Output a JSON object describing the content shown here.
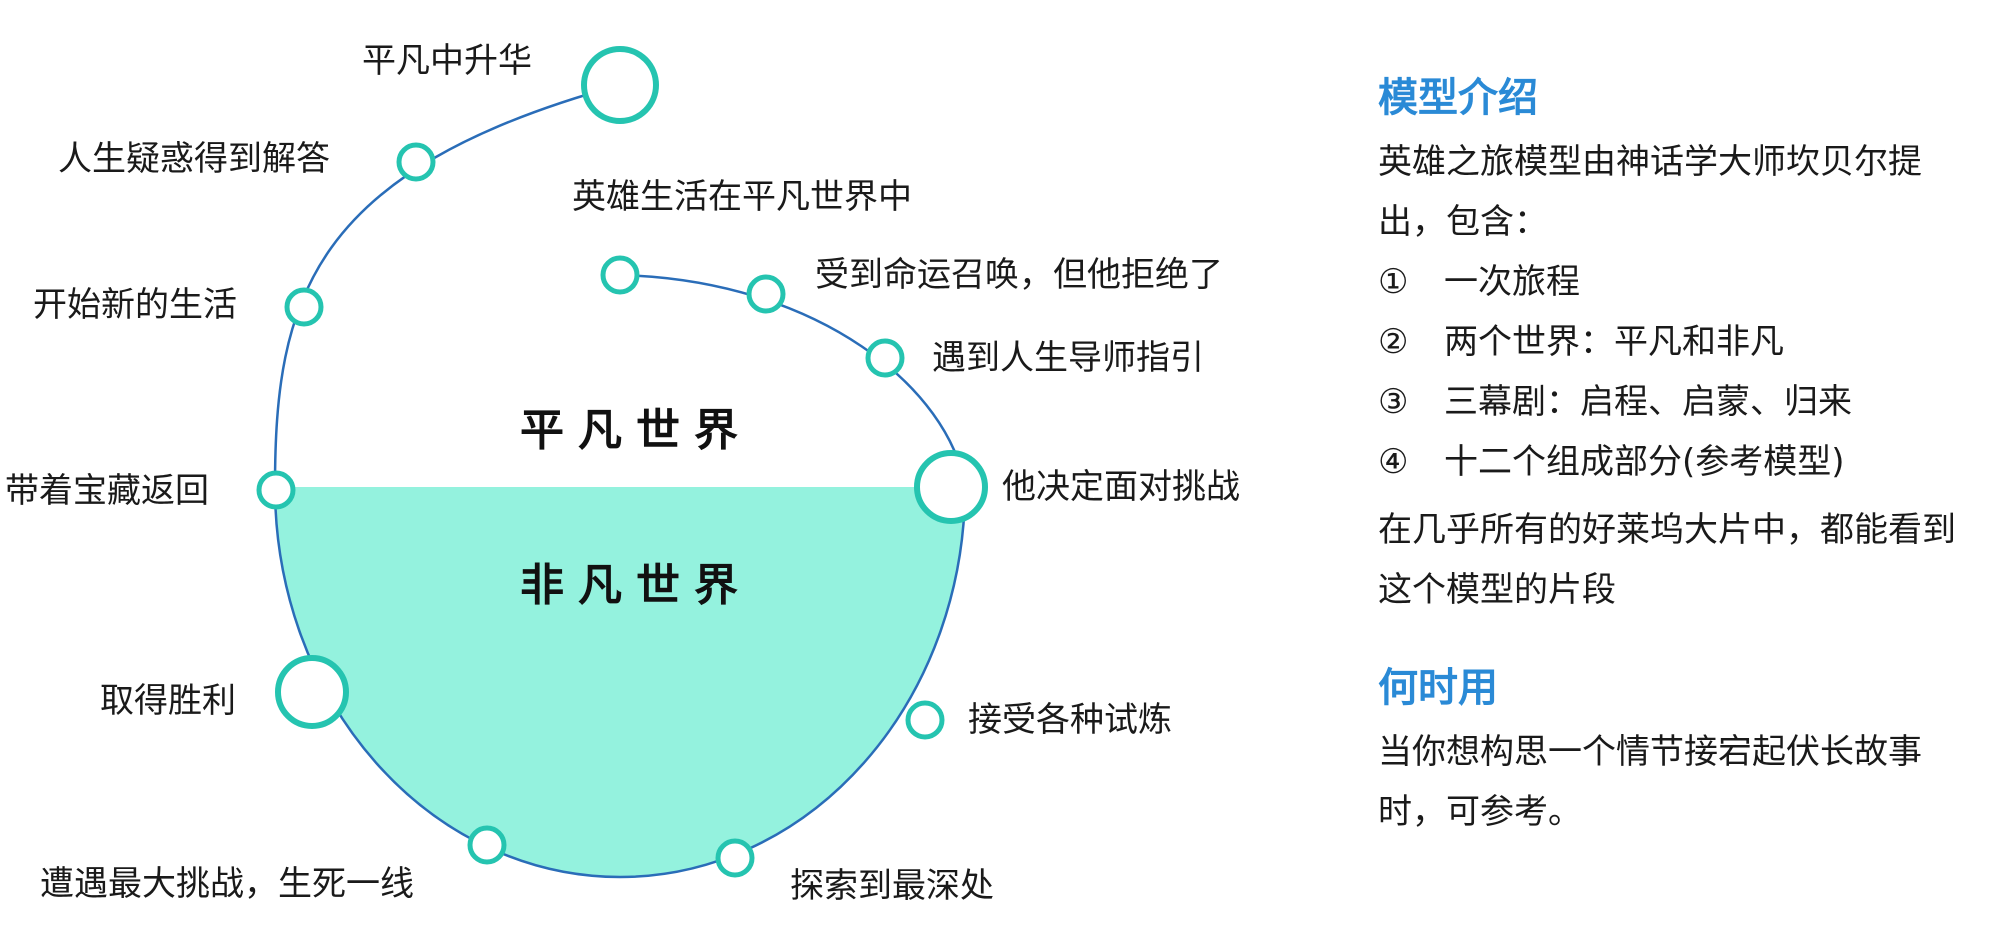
{
  "diagram": {
    "worlds": {
      "ordinary": "平凡世界",
      "special": "非凡世界"
    },
    "stages": [
      "英雄生活在平凡世界中",
      "受到命运召唤，但他拒绝了",
      "遇到人生导师指引",
      "他决定面对挑战",
      "接受各种试炼",
      "探索到最深处",
      "遭遇最大挑战，生死一线",
      "取得胜利",
      "带着宝藏返回",
      "开始新的生活",
      "人生疑惑得到解答",
      "平凡中升华"
    ],
    "colors": {
      "line": "#2a6db8",
      "node_stroke": "#25c4b0",
      "special_fill": "#94f2de",
      "heading": "#2a8ad6"
    }
  },
  "panel": {
    "intro_heading": "模型介绍",
    "intro_text": "英雄之旅模型由神话学大师坎贝尔提出，包含：",
    "items": [
      {
        "marker": "①",
        "text": "一次旅程"
      },
      {
        "marker": "②",
        "text": "两个世界：平凡和非凡"
      },
      {
        "marker": "③",
        "text": "三幕剧：启程、启蒙、归来"
      },
      {
        "marker": "④",
        "text": "十二个组成部分(参考模型)"
      }
    ],
    "note": "在几乎所有的好莱坞大片中，都能看到这个模型的片段",
    "when_heading": "何时用",
    "when_text": "当你想构思一个情节接宕起伏长故事时，可参考。"
  }
}
